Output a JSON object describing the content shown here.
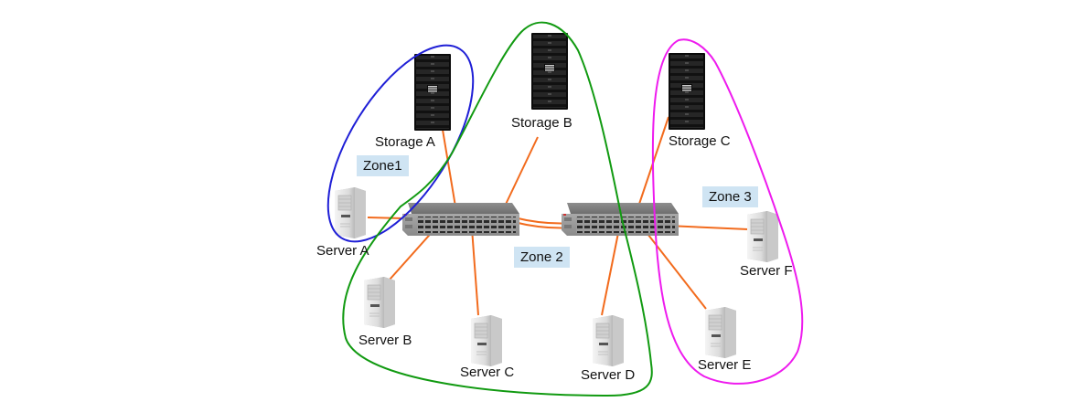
{
  "diagram": {
    "title": "SAN zoning diagram",
    "colors": {
      "link": "#f26b1d",
      "zone1": "#1f1fd6",
      "zone2": "#119a11",
      "zone3": "#ee1bee",
      "zone_label_bg": "#cfe4f3"
    },
    "zones": [
      {
        "id": "zone1",
        "label": "Zone1",
        "color": "#1f1fd6",
        "members": [
          "storage-a",
          "server-a"
        ]
      },
      {
        "id": "zone2",
        "label": "Zone 2",
        "color": "#119a11",
        "members": [
          "storage-b",
          "server-b",
          "server-c",
          "server-d"
        ]
      },
      {
        "id": "zone3",
        "label": "Zone 3",
        "color": "#ee1bee",
        "members": [
          "storage-c",
          "server-e",
          "server-f"
        ]
      }
    ],
    "nodes": {
      "storage_a": {
        "label": "Storage A",
        "type": "storage"
      },
      "storage_b": {
        "label": "Storage B",
        "type": "storage"
      },
      "storage_c": {
        "label": "Storage C",
        "type": "storage"
      },
      "server_a": {
        "label": "Server A",
        "type": "server"
      },
      "server_b": {
        "label": "Server B",
        "type": "server"
      },
      "server_c": {
        "label": "Server C",
        "type": "server"
      },
      "server_d": {
        "label": "Server D",
        "type": "server"
      },
      "server_e": {
        "label": "Server E",
        "type": "server"
      },
      "server_f": {
        "label": "Server F",
        "type": "server"
      },
      "switch_1": {
        "label": "",
        "type": "switch"
      },
      "switch_2": {
        "label": "",
        "type": "switch"
      }
    },
    "links": [
      {
        "from": "server-a",
        "to": "switch-1"
      },
      {
        "from": "storage-a",
        "to": "switch-1"
      },
      {
        "from": "storage-b",
        "to": "switch-1"
      },
      {
        "from": "server-b",
        "to": "switch-1"
      },
      {
        "from": "server-c",
        "to": "switch-1"
      },
      {
        "from": "switch-1",
        "to": "switch-2"
      },
      {
        "from": "storage-c",
        "to": "switch-2"
      },
      {
        "from": "server-d",
        "to": "switch-2"
      },
      {
        "from": "server-e",
        "to": "switch-2"
      },
      {
        "from": "server-f",
        "to": "switch-2"
      }
    ]
  }
}
